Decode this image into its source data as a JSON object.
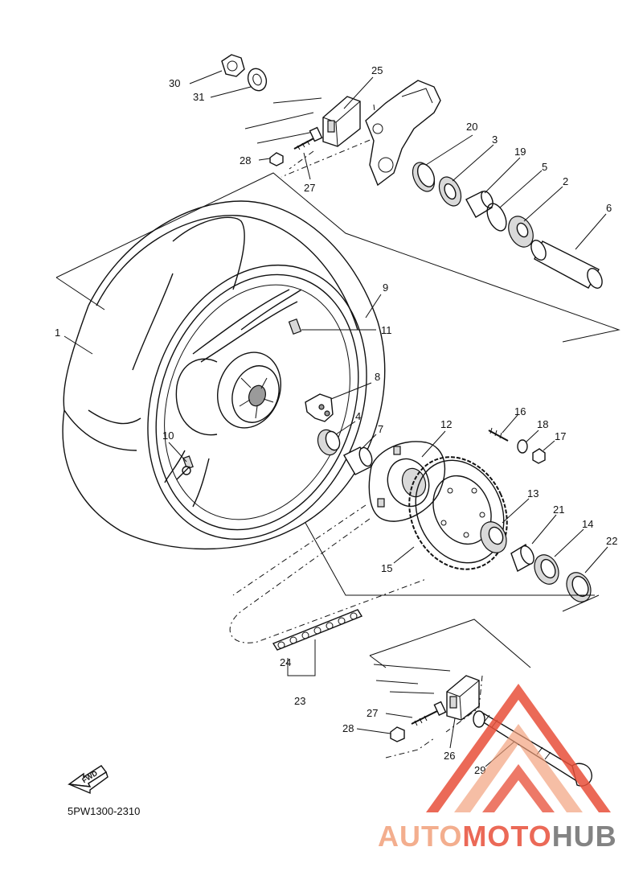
{
  "diagram_code": "5PW1300-2310",
  "fwd_label": "FWD",
  "watermark": {
    "part1": "AUTO",
    "part2": "MOTO",
    "part3": "HUB",
    "color_main": "#f2a07b",
    "color_accent": "#e8503a",
    "color_dark": "#6e6e6e"
  },
  "callouts": [
    {
      "id": "c30",
      "label": "30"
    },
    {
      "id": "c31",
      "label": "31"
    },
    {
      "id": "c25",
      "label": "25"
    },
    {
      "id": "c28a",
      "label": "28"
    },
    {
      "id": "c27a",
      "label": "27"
    },
    {
      "id": "c20",
      "label": "20"
    },
    {
      "id": "c3",
      "label": "3"
    },
    {
      "id": "c19",
      "label": "19"
    },
    {
      "id": "c5",
      "label": "5"
    },
    {
      "id": "c2",
      "label": "2"
    },
    {
      "id": "c6",
      "label": "6"
    },
    {
      "id": "c9",
      "label": "9"
    },
    {
      "id": "c1",
      "label": "1"
    },
    {
      "id": "c11",
      "label": "11"
    },
    {
      "id": "c8",
      "label": "8"
    },
    {
      "id": "c4",
      "label": "4"
    },
    {
      "id": "c7",
      "label": "7"
    },
    {
      "id": "c12",
      "label": "12"
    },
    {
      "id": "c16",
      "label": "16"
    },
    {
      "id": "c18",
      "label": "18"
    },
    {
      "id": "c17",
      "label": "17"
    },
    {
      "id": "c10",
      "label": "10"
    },
    {
      "id": "c13",
      "label": "13"
    },
    {
      "id": "c21",
      "label": "21"
    },
    {
      "id": "c14",
      "label": "14"
    },
    {
      "id": "c22",
      "label": "22"
    },
    {
      "id": "c15",
      "label": "15"
    },
    {
      "id": "c24",
      "label": "24"
    },
    {
      "id": "c23",
      "label": "23"
    },
    {
      "id": "c27b",
      "label": "27"
    },
    {
      "id": "c28b",
      "label": "28"
    },
    {
      "id": "c26",
      "label": "26"
    },
    {
      "id": "c29",
      "label": "29"
    }
  ]
}
